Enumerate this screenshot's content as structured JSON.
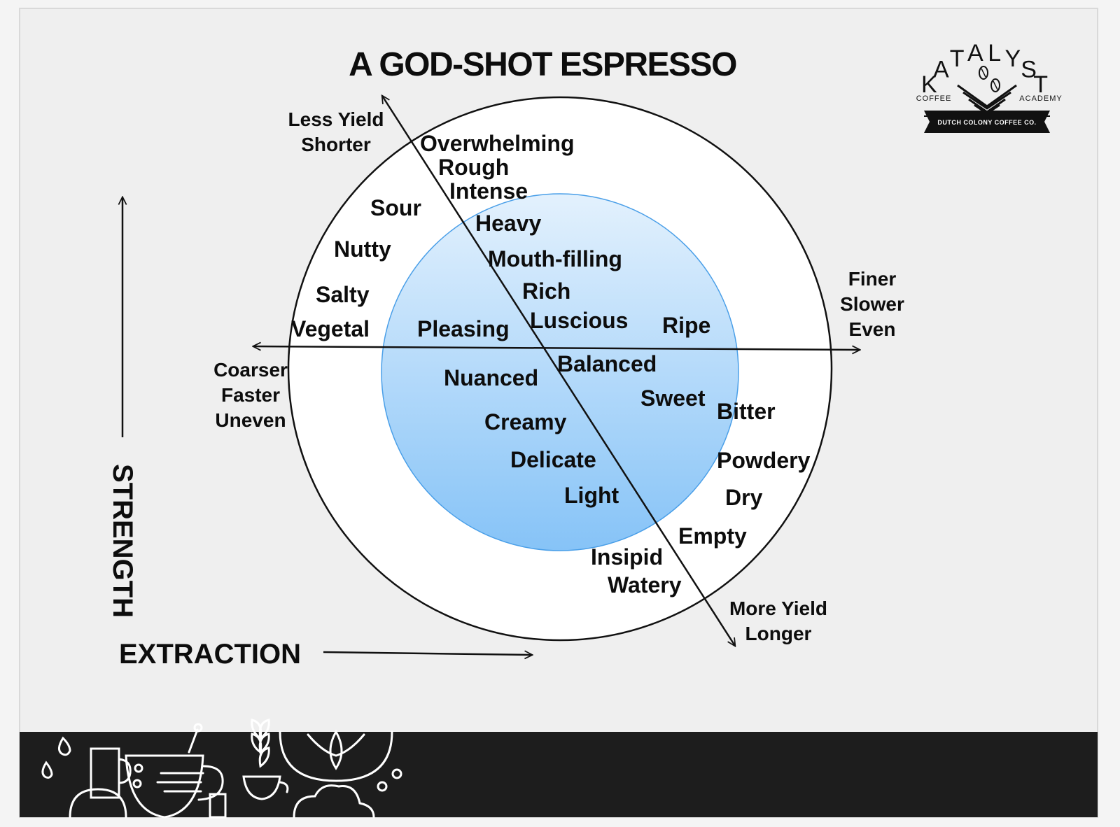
{
  "title": "A GOD-SHOT ESPRESSO",
  "axes": {
    "strength_label": "STRENGTH",
    "extraction_label": "EXTRACTION"
  },
  "axis_end_labels": {
    "top_left": [
      "Less Yield",
      "Shorter"
    ],
    "bottom_right": [
      "More Yield",
      "Longer"
    ],
    "left": [
      "Coarser",
      "Faster",
      "Uneven"
    ],
    "right": [
      "Finer",
      "Slower",
      "Even"
    ]
  },
  "outer_ring_words": [
    "Overwhelming",
    "Rough",
    "Intense",
    "Sour",
    "Nutty",
    "Salty",
    "Vegetal",
    "Bitter",
    "Powdery",
    "Dry",
    "Empty",
    "Insipid",
    "Watery"
  ],
  "inner_circle_words": [
    "Heavy",
    "Mouth-filling",
    "Rich",
    "Luscious",
    "Pleasing",
    "Ripe",
    "Balanced",
    "Nuanced",
    "Sweet",
    "Creamy",
    "Delicate",
    "Light"
  ],
  "logo": {
    "brand": "KATALYST",
    "left_word": "COFFEE",
    "right_word": "ACADEMY",
    "ribbon": "DUTCH COLONY COFFEE CO."
  },
  "colors": {
    "inner_circle_top": "#e3f1fd",
    "inner_circle_bottom": "#86c3f7",
    "inner_circle_stroke": "#4a9fe8",
    "footer_band": "#1d1d1d",
    "text": "#0d0d0d"
  }
}
